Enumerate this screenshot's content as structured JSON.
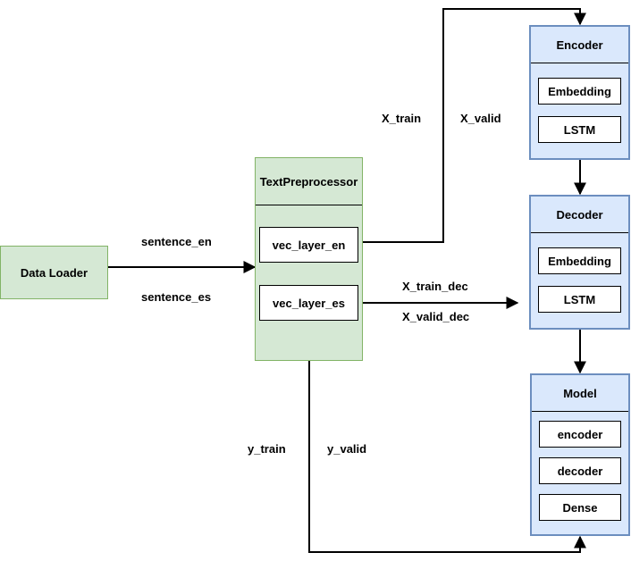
{
  "nodes": {
    "data_loader": "Data Loader",
    "text_preprocessor": {
      "title": "TextPreprocessor",
      "items": [
        "vec_layer_en",
        "vec_layer_es"
      ]
    },
    "encoder": {
      "title": "Encoder",
      "items": [
        "Embedding",
        "LSTM"
      ]
    },
    "decoder": {
      "title": "Decoder",
      "items": [
        "Embedding",
        "LSTM"
      ]
    },
    "model": {
      "title": "Model",
      "items": [
        "encoder",
        "decoder",
        "Dense"
      ]
    }
  },
  "edge_labels": {
    "sentence_en": "sentence_en",
    "sentence_es": "sentence_es",
    "x_train": "X_train",
    "x_valid": "X_valid",
    "x_train_dec": "X_train_dec",
    "x_valid_dec": "X_valid_dec",
    "y_train": "y_train",
    "y_valid": "y_valid"
  },
  "colors": {
    "green_fill": "#d5e8d4",
    "green_stroke": "#82b366",
    "blue_fill": "#dae8fc",
    "blue_stroke": "#6c8ebf"
  }
}
